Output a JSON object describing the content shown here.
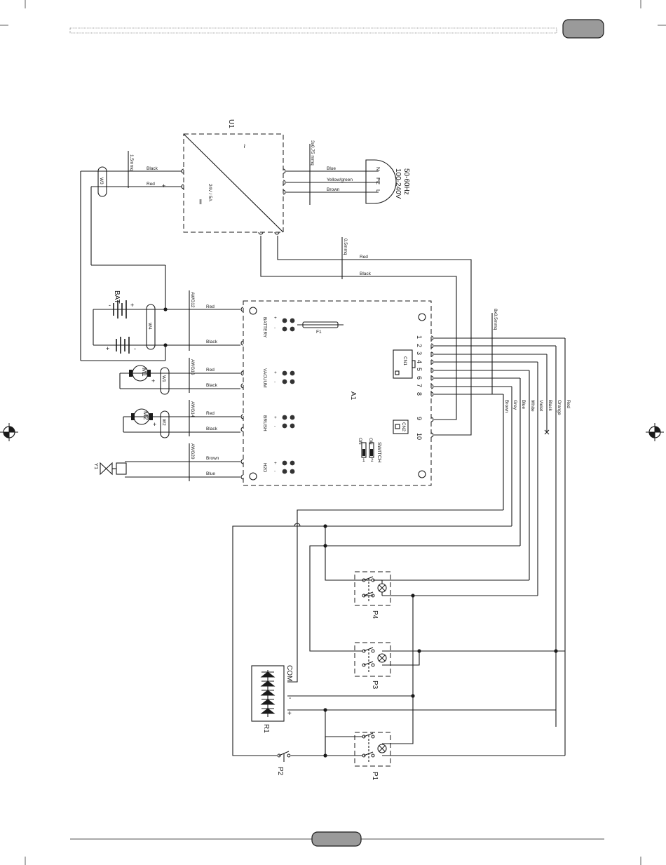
{
  "diagram": {
    "u1": {
      "label": "U1",
      "rating": "24V / 5A",
      "ac_symbol": "~",
      "dc_symbol": "═",
      "input_section": "3x0.75 mmq",
      "output_section": "1.5mmq",
      "mains_label_1": "100-240V",
      "mains_label_2": "50-60Hz",
      "in_wires": [
        "Blue",
        "Yellow/green",
        "Brown"
      ],
      "in_terms": [
        "N",
        "PE",
        "L"
      ],
      "out_wires": [
        "Black",
        "Red"
      ],
      "out_plus": "+"
    },
    "signal_cable": {
      "section": "0.5mmq",
      "wires": [
        "Red",
        "Black"
      ]
    },
    "a1": {
      "label": "A1",
      "connectors": [
        "BATTERY",
        "VACUUM",
        "BRUSH",
        "H2O"
      ],
      "plus": "+",
      "minus": "-",
      "fuse": "F1",
      "cn1": "CN1",
      "cn2": "CN2",
      "switch_label": "SWITCH",
      "switch_on_1": "ON",
      "switch_on_2": "ON",
      "switch_pos_1": "1",
      "switch_pos_2": "2",
      "terminals": [
        "1",
        "2",
        "3",
        "4",
        "5",
        "6",
        "7",
        "8",
        "9",
        "10"
      ]
    },
    "harness": {
      "section": "8x0.5mmq",
      "wires": [
        "Red",
        "Orange",
        "Black",
        "Violet",
        "White",
        "Blue",
        "Grey",
        "Brown"
      ]
    },
    "battery": {
      "label": "BAT",
      "awg": "AWG12",
      "wires": [
        "Red",
        "Black"
      ],
      "clamp": "W4",
      "plus": "+",
      "minus": "-"
    },
    "w3": "W3",
    "m1": {
      "label": "M1",
      "awg": "AWG16",
      "wires": [
        "Red",
        "Black"
      ],
      "clamp": "W1",
      "plus": "+"
    },
    "m2": {
      "label": "M2",
      "awg": "AWG14",
      "wires": [
        "Red",
        "Black"
      ],
      "clamp": "W2",
      "plus": "+"
    },
    "y1": {
      "label": "Y1",
      "awg": "AWG20",
      "wires": [
        "Brown",
        "Blue"
      ]
    },
    "r1": {
      "label": "R1",
      "com": "COM",
      "minus": "-",
      "plus": "+"
    },
    "pushbuttons": [
      "P1",
      "P2",
      "P3",
      "P4"
    ]
  },
  "colors": {
    "line": "#1a1a1a",
    "tab": "#9a9a9a"
  }
}
